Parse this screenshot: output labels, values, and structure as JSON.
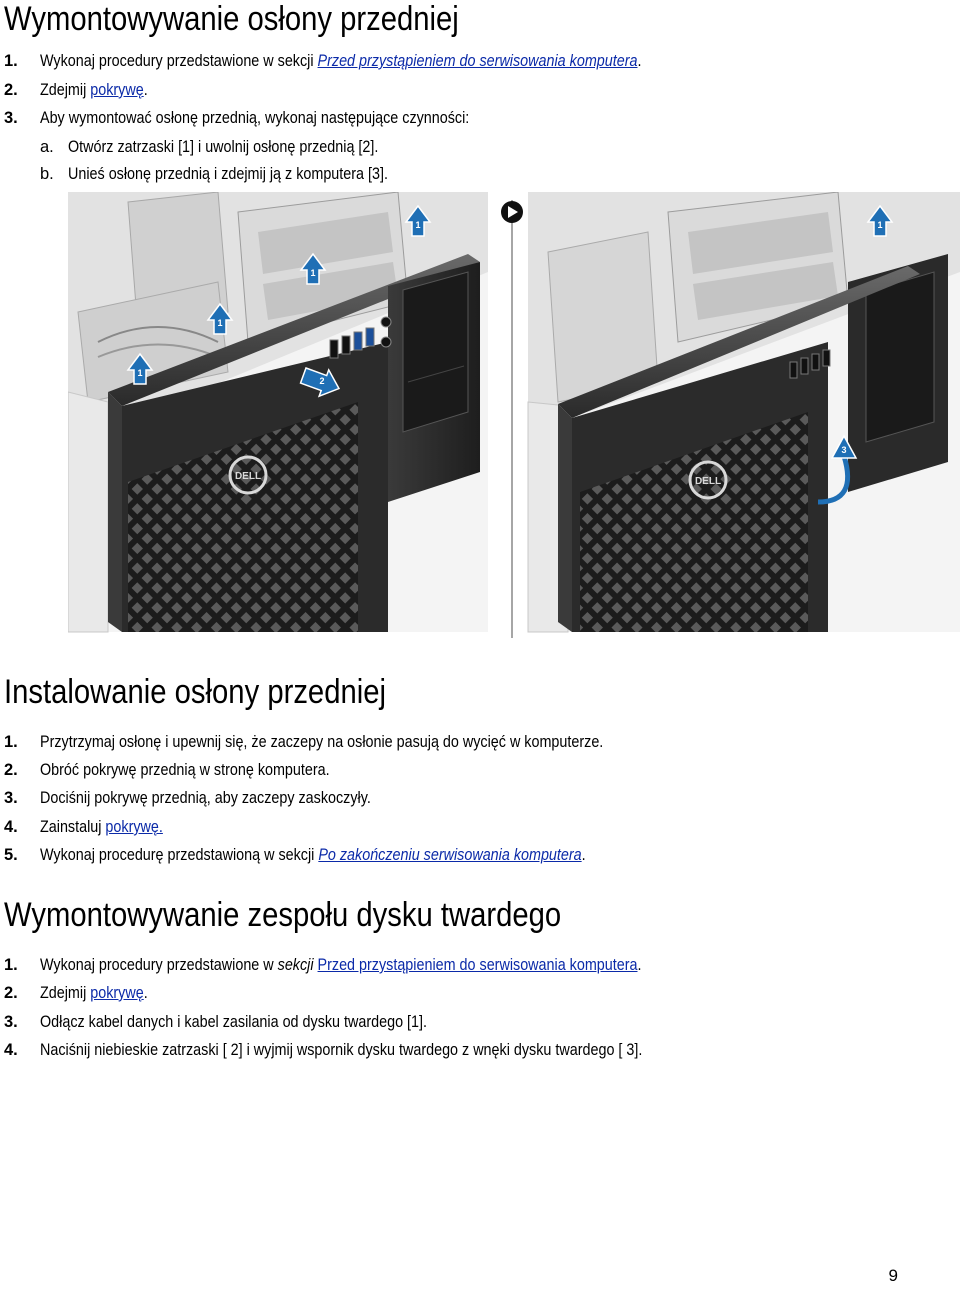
{
  "section1": {
    "title": "Wymontowywanie osłony przedniej",
    "steps": [
      {
        "num": "1.",
        "before": "Wykonaj procedury przedstawione w sekcji ",
        "link": "Przed przystąpieniem do serwisowania komputera",
        "after": "."
      },
      {
        "num": "2.",
        "before": "Zdejmij ",
        "link": "pokrywę",
        "after": "."
      },
      {
        "num": "3.",
        "before": "Aby wymontować osłonę przednią, wykonaj następujące czynności:"
      }
    ],
    "substeps": [
      {
        "num": "a.",
        "text": "Otwórz zatrzaski [1] i uwolnij osłonę przednią [2]."
      },
      {
        "num": "b.",
        "text": "Unieś osłonę przednią i zdejmij ją z komputera [3]."
      }
    ],
    "figure": {
      "callouts_left": [
        "1",
        "1",
        "1",
        "1",
        "2"
      ],
      "callouts_right": [
        "1",
        "3"
      ],
      "logo_text": "DELL"
    }
  },
  "section2": {
    "title": "Instalowanie osłony przedniej",
    "steps": [
      {
        "num": "1.",
        "before": "Przytrzymaj osłonę i upewnij się, że zaczepy na osłonie pasują do wycięć w komputerze."
      },
      {
        "num": "2.",
        "before": "Obróć pokrywę przednią w stronę komputera."
      },
      {
        "num": "3.",
        "before": "Dociśnij pokrywę przednią, aby zaczepy zaskoczyły."
      },
      {
        "num": "4.",
        "before": "Zainstaluj ",
        "link": "pokrywę.",
        "after": ""
      },
      {
        "num": "5.",
        "before": "Wykonaj procedurę przedstawioną w sekcji ",
        "link": "Po zakończeniu serwisowania komputera",
        "after": "."
      }
    ]
  },
  "section3": {
    "title": "Wymontowywanie zespołu dysku twardego",
    "steps": [
      {
        "num": "1.",
        "before": "Wykonaj procedury przedstawione w ",
        "italic": "sekcji",
        "between": " ",
        "link": "Przed przystąpieniem do serwisowania komputera",
        "after": "."
      },
      {
        "num": "2.",
        "before": "Zdejmij ",
        "link": "pokrywę",
        "after": "."
      },
      {
        "num": "3.",
        "before": "Odłącz kabel danych i kabel zasilania od dysku twardego [1]."
      },
      {
        "num": "4.",
        "before": "Naciśnij niebieskie zatrzaski [ 2] i wyjmij wspornik dysku twardego z wnęki dysku twardego [ 3]."
      }
    ]
  },
  "page_number": "9",
  "colors": {
    "link": "#0b2aa8",
    "callout": "#1f6fb5"
  }
}
